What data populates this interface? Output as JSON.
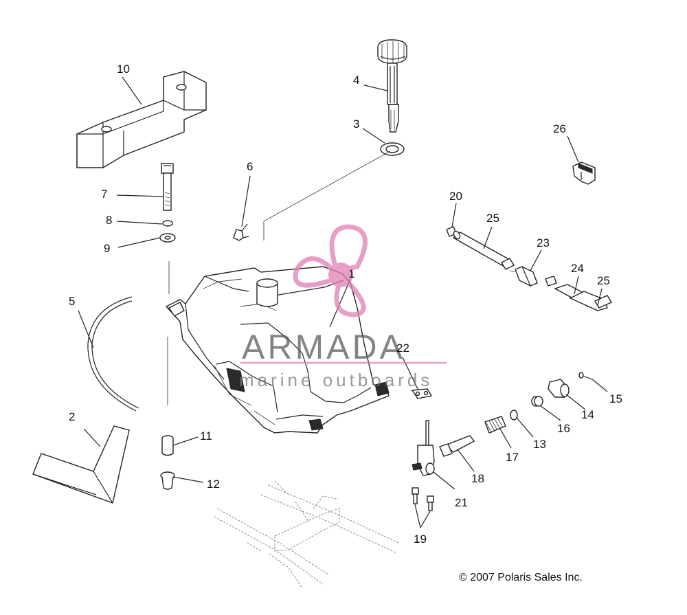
{
  "diagram": {
    "callouts": [
      {
        "id": "c1",
        "text": "1"
      },
      {
        "id": "c2",
        "text": "2"
      },
      {
        "id": "c3",
        "text": "3"
      },
      {
        "id": "c4",
        "text": "4"
      },
      {
        "id": "c5",
        "text": "5"
      },
      {
        "id": "c6",
        "text": "6"
      },
      {
        "id": "c7",
        "text": "7"
      },
      {
        "id": "c8",
        "text": "8"
      },
      {
        "id": "c9",
        "text": "9"
      },
      {
        "id": "c10",
        "text": "10"
      },
      {
        "id": "c11",
        "text": "11"
      },
      {
        "id": "c12",
        "text": "12"
      },
      {
        "id": "c13",
        "text": "13"
      },
      {
        "id": "c14",
        "text": "14"
      },
      {
        "id": "c15",
        "text": "15"
      },
      {
        "id": "c16",
        "text": "16"
      },
      {
        "id": "c17",
        "text": "17"
      },
      {
        "id": "c18",
        "text": "18"
      },
      {
        "id": "c19",
        "text": "19"
      },
      {
        "id": "c20",
        "text": "20"
      },
      {
        "id": "c21",
        "text": "21"
      },
      {
        "id": "c22",
        "text": "22"
      },
      {
        "id": "c23",
        "text": "23"
      },
      {
        "id": "c24",
        "text": "24"
      },
      {
        "id": "c25a",
        "text": "25"
      },
      {
        "id": "c25b",
        "text": "25"
      },
      {
        "id": "c26",
        "text": "26"
      }
    ],
    "copyright": "© 2007 Polaris Sales Inc."
  },
  "watermark": {
    "brand": "ARMADA",
    "tagline": "marine outboards",
    "color": "#e07fb3"
  }
}
